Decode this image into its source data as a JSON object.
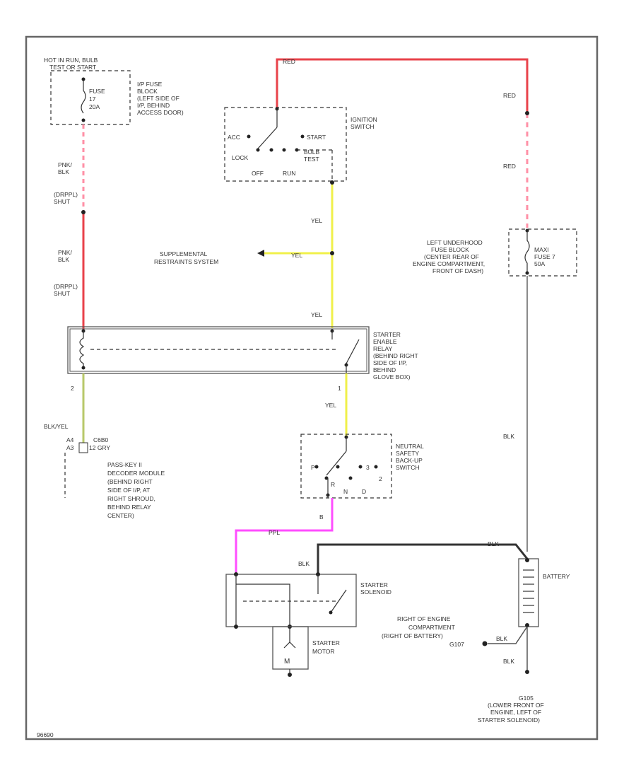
{
  "colors": {
    "red": "#e8424a",
    "pink": "#ff8fa6",
    "yellow": "#f0f04a",
    "violet": "#ff4dff",
    "ygreen": "#b8c86a",
    "black": "#8a8a8a",
    "ink": "#333333"
  },
  "labels": {
    "hot_run": [
      "HOT IN RUN, BULB",
      "TEST OR START"
    ],
    "ip_fuse": [
      "I/P FUSE",
      "BLOCK",
      "(LEFT SIDE OF",
      "I/P, BEHIND",
      "ACCESS DOOR)"
    ],
    "fuse17": [
      "FUSE",
      "17",
      "20A"
    ],
    "pnk_blk_1": [
      "PNK/",
      "BLK"
    ],
    "grppl_shunt_1": [
      "(DRPPL)",
      "SHUT"
    ],
    "pnk_blk_2": [
      "PNK/",
      "BLK"
    ],
    "grppl_shunt_2": [
      "(DRPPL)",
      "SHUT"
    ],
    "red_top": "RED",
    "red_1": "RED",
    "red_2": "RED",
    "ign_switch": [
      "IGNITION",
      "SWITCH"
    ],
    "acc": "ACC",
    "start": "START",
    "lock": "LOCK",
    "bulb_test": [
      "BULB",
      "TEST"
    ],
    "off": "OFF",
    "run": "RUN",
    "yel_1": "YEL",
    "yel_2": "YEL",
    "yel_3": "YEL",
    "yel_4": "YEL",
    "srs": [
      "SUPPLEMENTAL",
      "RESTRAINTS SYSTEM"
    ],
    "uh_fuse": [
      "LEFT UNDERHOOD",
      "FUSE BLOCK",
      "(CENTER REAR OF",
      "ENGINE COMPARTMENT,",
      "FRONT OF DASH)"
    ],
    "maxi_fuse": [
      "MAXI",
      "FUSE 7",
      "50A"
    ],
    "relay": [
      "STARTER",
      "ENABLE",
      "RELAY",
      "(BEHIND RIGHT",
      "SIDE OF I/P,",
      "BEHIND",
      "GLOVE BOX)"
    ],
    "pin2": "2",
    "pin1": "1",
    "blk_yel": "BLK/YEL",
    "conn": [
      "A4",
      "A3"
    ],
    "conn_text": [
      "C6B0",
      "12 GRY"
    ],
    "passkey": [
      "PASS-KEY II",
      "DECODER MODULE",
      "(BEHIND RIGHT",
      "SIDE OF I/P, AT",
      "RIGHT SHROUD,",
      "BEHIND RELAY",
      "CENTER)"
    ],
    "blk_1": "BLK",
    "nss": [
      "NEUTRAL",
      "SAFETY",
      "BACK-UP",
      "SWITCH"
    ],
    "nss_pins": [
      "P",
      "R",
      "N",
      "D",
      "3",
      "2"
    ],
    "ppl": "PPL",
    "pin_b": "B",
    "blk_2": "BLK",
    "blk_3": "BLK",
    "solenoid": [
      "STARTER",
      "SOLENOID"
    ],
    "motor": [
      "STARTER",
      "MOTOR"
    ],
    "battery": "BATTERY",
    "ground_right": [
      "RIGHT OF ENGINE",
      "COMPARTMENT",
      "(RIGHT OF BATTERY)",
      "G107"
    ],
    "blk_4": "BLK",
    "blk_5": "BLK",
    "g100": [
      "G105",
      "(LOWER FRONT OF",
      "ENGINE, LEFT OF",
      "STARTER SOLENOID)"
    ],
    "figure_id": "96690"
  }
}
